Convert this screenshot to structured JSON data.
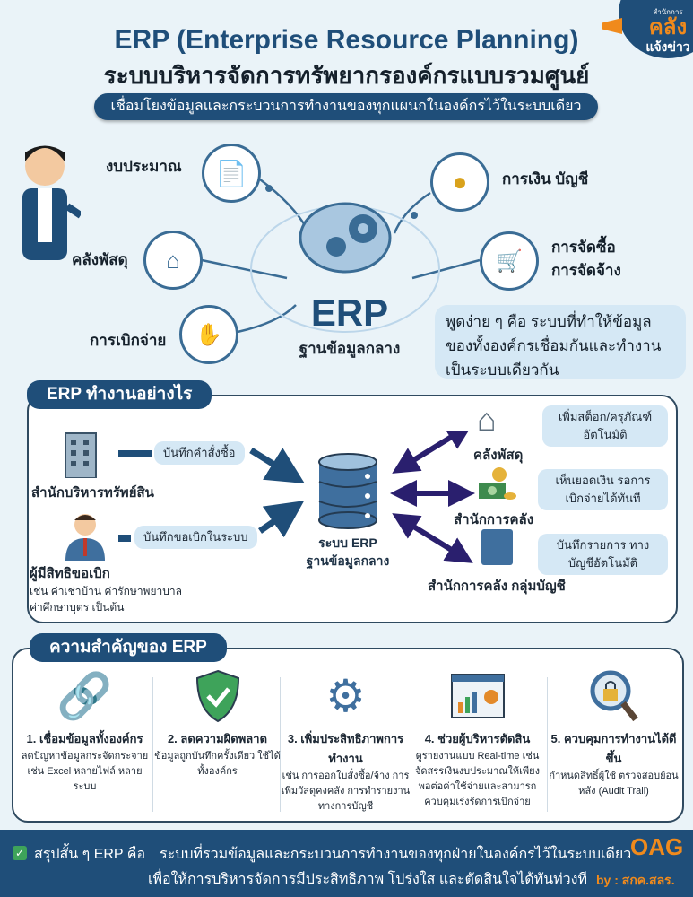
{
  "header": {
    "title": "ERP (Enterprise Resource Planning)",
    "subtitle": "ระบบบริหารจัดการทรัพยากรองค์กรแบบรวมศูนย์",
    "tagline": "เชื่อมโยงข้อมูลและกระบวนการทำงานของทุกแผนกในองค์กรไว้ในระบบเดียว"
  },
  "badge": {
    "small": "สำนักการ",
    "big": "คลัง",
    "sub": "แจ้งข่าว"
  },
  "hub": {
    "center_title": "ERP",
    "center_sub": "ฐานข้อมูลกลาง",
    "nodes": [
      "งบประมาณ",
      "การเงิน บัญชี",
      "คลังพัสดุ",
      "การจัดซื้อ",
      "การจัดจ้าง",
      "การเบิกจ่าย"
    ],
    "bubble": "พูดง่าย ๆ คือ ระบบที่ทำให้ข้อมูลของทั้งองค์กรเชื่อมกันและทำงานเป็นระบบเดียวกัน"
  },
  "how": {
    "heading": "ERP ทำงานอย่างไร",
    "sources": [
      {
        "name": "สำนักบริหารทรัพย์สิน",
        "action": "บันทึกคำสั่งซื้อ"
      },
      {
        "name": "ผู้มีสิทธิขอเบิก",
        "action": "บันทึกขอเบิกในระบบ",
        "note": "เช่น ค่าเช่าบ้าน ค่ารักษาพยาบาล ค่าศึกษาบุตร เป็นต้น"
      }
    ],
    "center": [
      "ระบบ ERP",
      "ฐานข้อมูลกลาง"
    ],
    "targets": [
      {
        "name": "คลังพัสดุ",
        "result": "เพิ่มสต็อก/ครุภัณฑ์ อัตโนมัติ"
      },
      {
        "name": "สำนักการคลัง",
        "result": "เห็นยอดเงิน รอการเบิกจ่ายได้ทันที"
      },
      {
        "name": "สำนักการคลัง กลุ่มบัญชี",
        "result": "บันทึกรายการ ทางบัญชีอัตโนมัติ"
      }
    ]
  },
  "importance": {
    "heading": "ความสำคัญของ ERP",
    "items": [
      {
        "title": "1. เชื่อมข้อมูลทั้งองค์กร",
        "desc": "ลดปัญหาข้อมูลกระจัดกระจาย เช่น Excel หลายไฟล์ หลายระบบ"
      },
      {
        "title": "2. ลดความผิดพลาด",
        "desc": "ข้อมูลถูกบันทึกครั้งเดียว ใช้ได้ทั้งองค์กร"
      },
      {
        "title": "3. เพิ่มประสิทธิภาพการทำงาน",
        "desc": "เช่น การออกใบสั่งซื้อ/จ้าง การเพิ่มวัสดุคงคลัง การทำรายงานทางการบัญชี"
      },
      {
        "title": "4. ช่วยผู้บริหารตัดสิน",
        "desc": "ดูรายงานแบบ Real-time เช่น จัดสรรเงินงบประมาณให้เพียงพอต่อค่าใช้จ่ายและสามารถควบคุมเร่งรัดการเบิกจ่าย"
      },
      {
        "title": "5. ควบคุมการทำงานได้ดีขึ้น",
        "desc": "กำหนดสิทธิ์ผู้ใช้ ตรวจสอบย้อนหลัง (Audit Trail)"
      }
    ]
  },
  "footer": {
    "lead": "สรุปสั้น ๆ ERP คือ",
    "line1": "ระบบที่รวมข้อมูลและกระบวนการทำงานของทุกฝ่ายในองค์กรไว้ในระบบเดียว",
    "line2": "เพื่อให้การบริหารจัดการมีประสิทธิภาพ โปร่งใส และตัดสินใจได้ทันท่วงที",
    "logo": "OAG",
    "by": "by : สกค.สลร."
  },
  "colors": {
    "primary": "#1f4e79",
    "accent": "#f08a1c",
    "light": "#d5e8f5",
    "arrow": "#2a1f6e"
  }
}
